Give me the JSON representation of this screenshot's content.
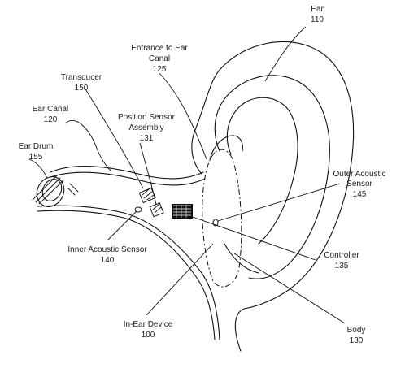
{
  "labels": {
    "ear": {
      "name": "Ear",
      "num": "110"
    },
    "entrance": {
      "line1": "Entrance to Ear",
      "line2": "Canal",
      "num": "125"
    },
    "transducer": {
      "name": "Transducer",
      "num": "150"
    },
    "position_sensor": {
      "line1": "Position Sensor",
      "line2": "Assembly",
      "num": "131"
    },
    "ear_canal": {
      "name": "Ear Canal",
      "num": "120"
    },
    "ear_drum": {
      "name": "Ear Drum",
      "num": "155"
    },
    "outer_sensor": {
      "line1": "Outer Acoustic",
      "line2": "Sensor",
      "num": "145"
    },
    "inner_sensor": {
      "name": "Inner Acoustic Sensor",
      "num": "140"
    },
    "controller": {
      "name": "Controller",
      "num": "135"
    },
    "in_ear_device": {
      "name": "In-Ear Device",
      "num": "100"
    },
    "body": {
      "name": "Body",
      "num": "130"
    }
  }
}
